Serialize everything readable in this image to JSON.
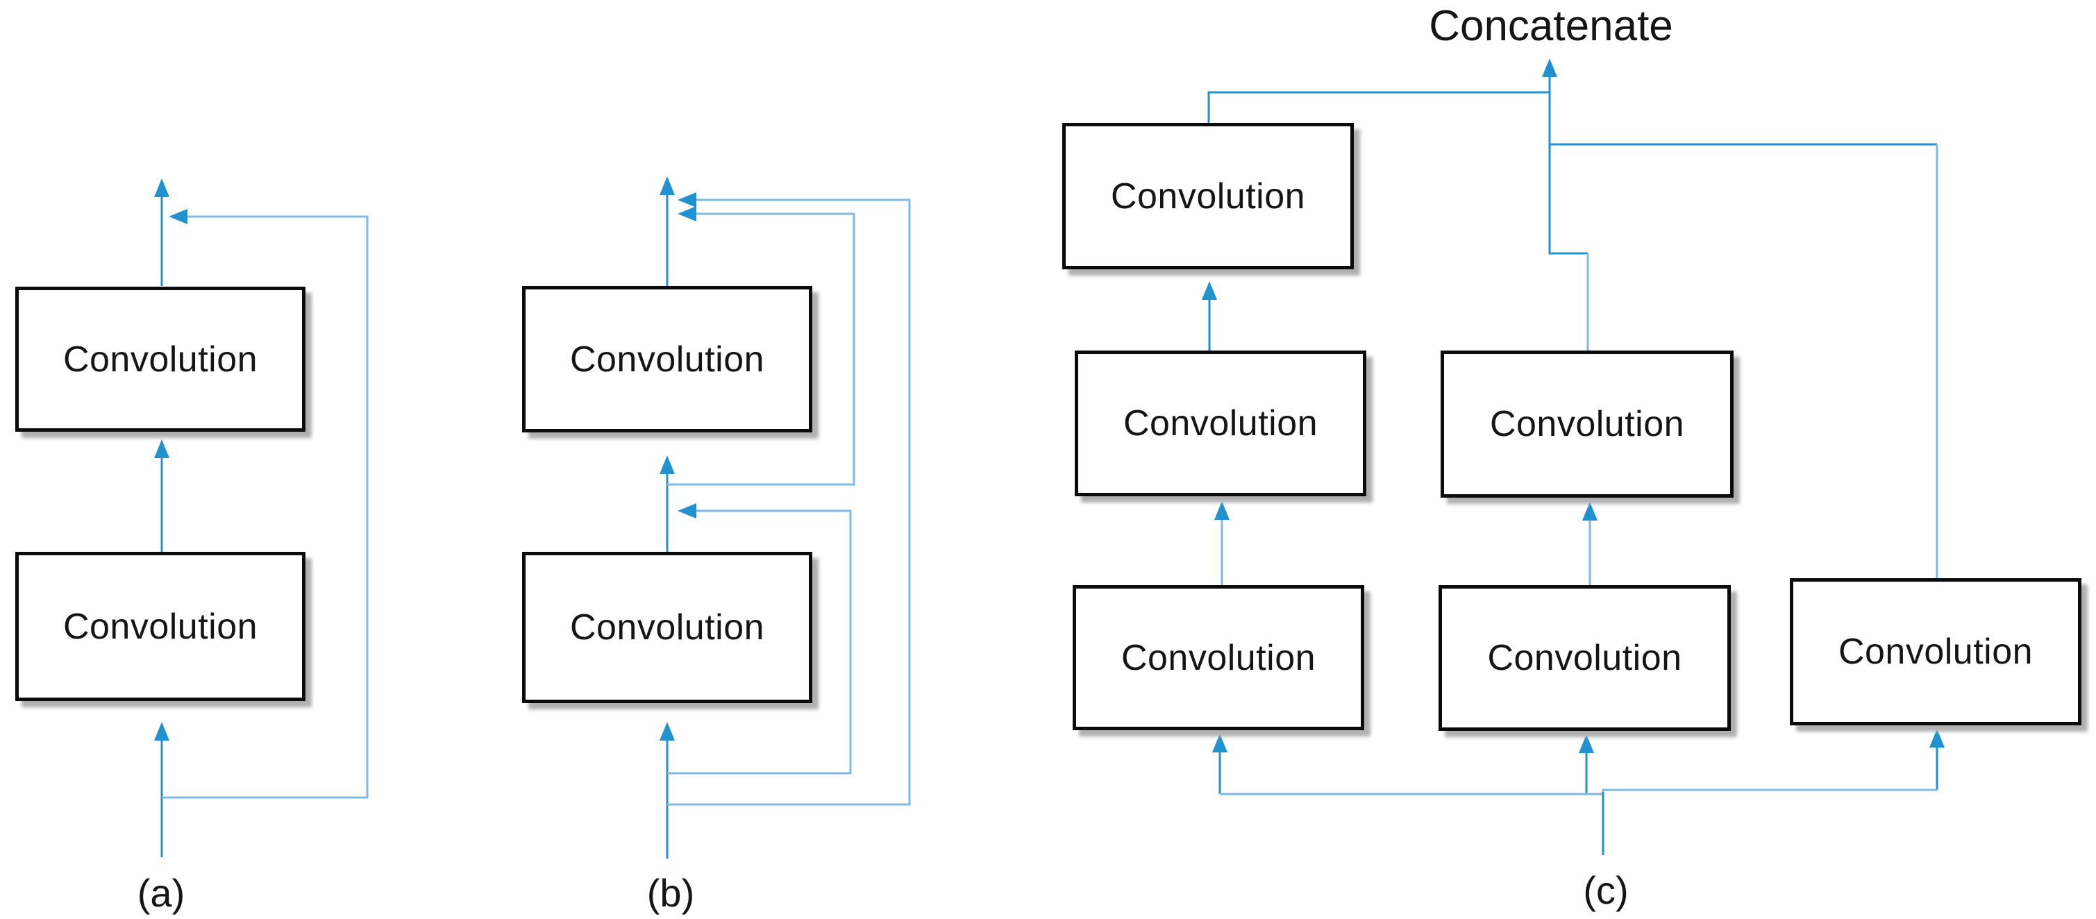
{
  "colors": {
    "primary": "#2191d0",
    "light": "#7fb8e4",
    "border": "#0b0b0b",
    "fill": "#ffffff",
    "text": "#151515",
    "shadow": "#b0b0b0"
  },
  "figure": {
    "merge_label": "Concatenate",
    "panels": [
      {
        "caption": "(a)",
        "boxes": [
          {
            "label": "Convolution"
          },
          {
            "label": "Convolution"
          }
        ]
      },
      {
        "caption": "(b)",
        "boxes": [
          {
            "label": "Convolution"
          },
          {
            "label": "Convolution"
          }
        ]
      },
      {
        "caption": "(c)",
        "boxes": [
          {
            "label": "Convolution"
          },
          {
            "label": "Convolution"
          },
          {
            "label": "Convolution"
          },
          {
            "label": "Convolution"
          },
          {
            "label": "Convolution"
          },
          {
            "label": "Convolution"
          }
        ]
      }
    ]
  }
}
